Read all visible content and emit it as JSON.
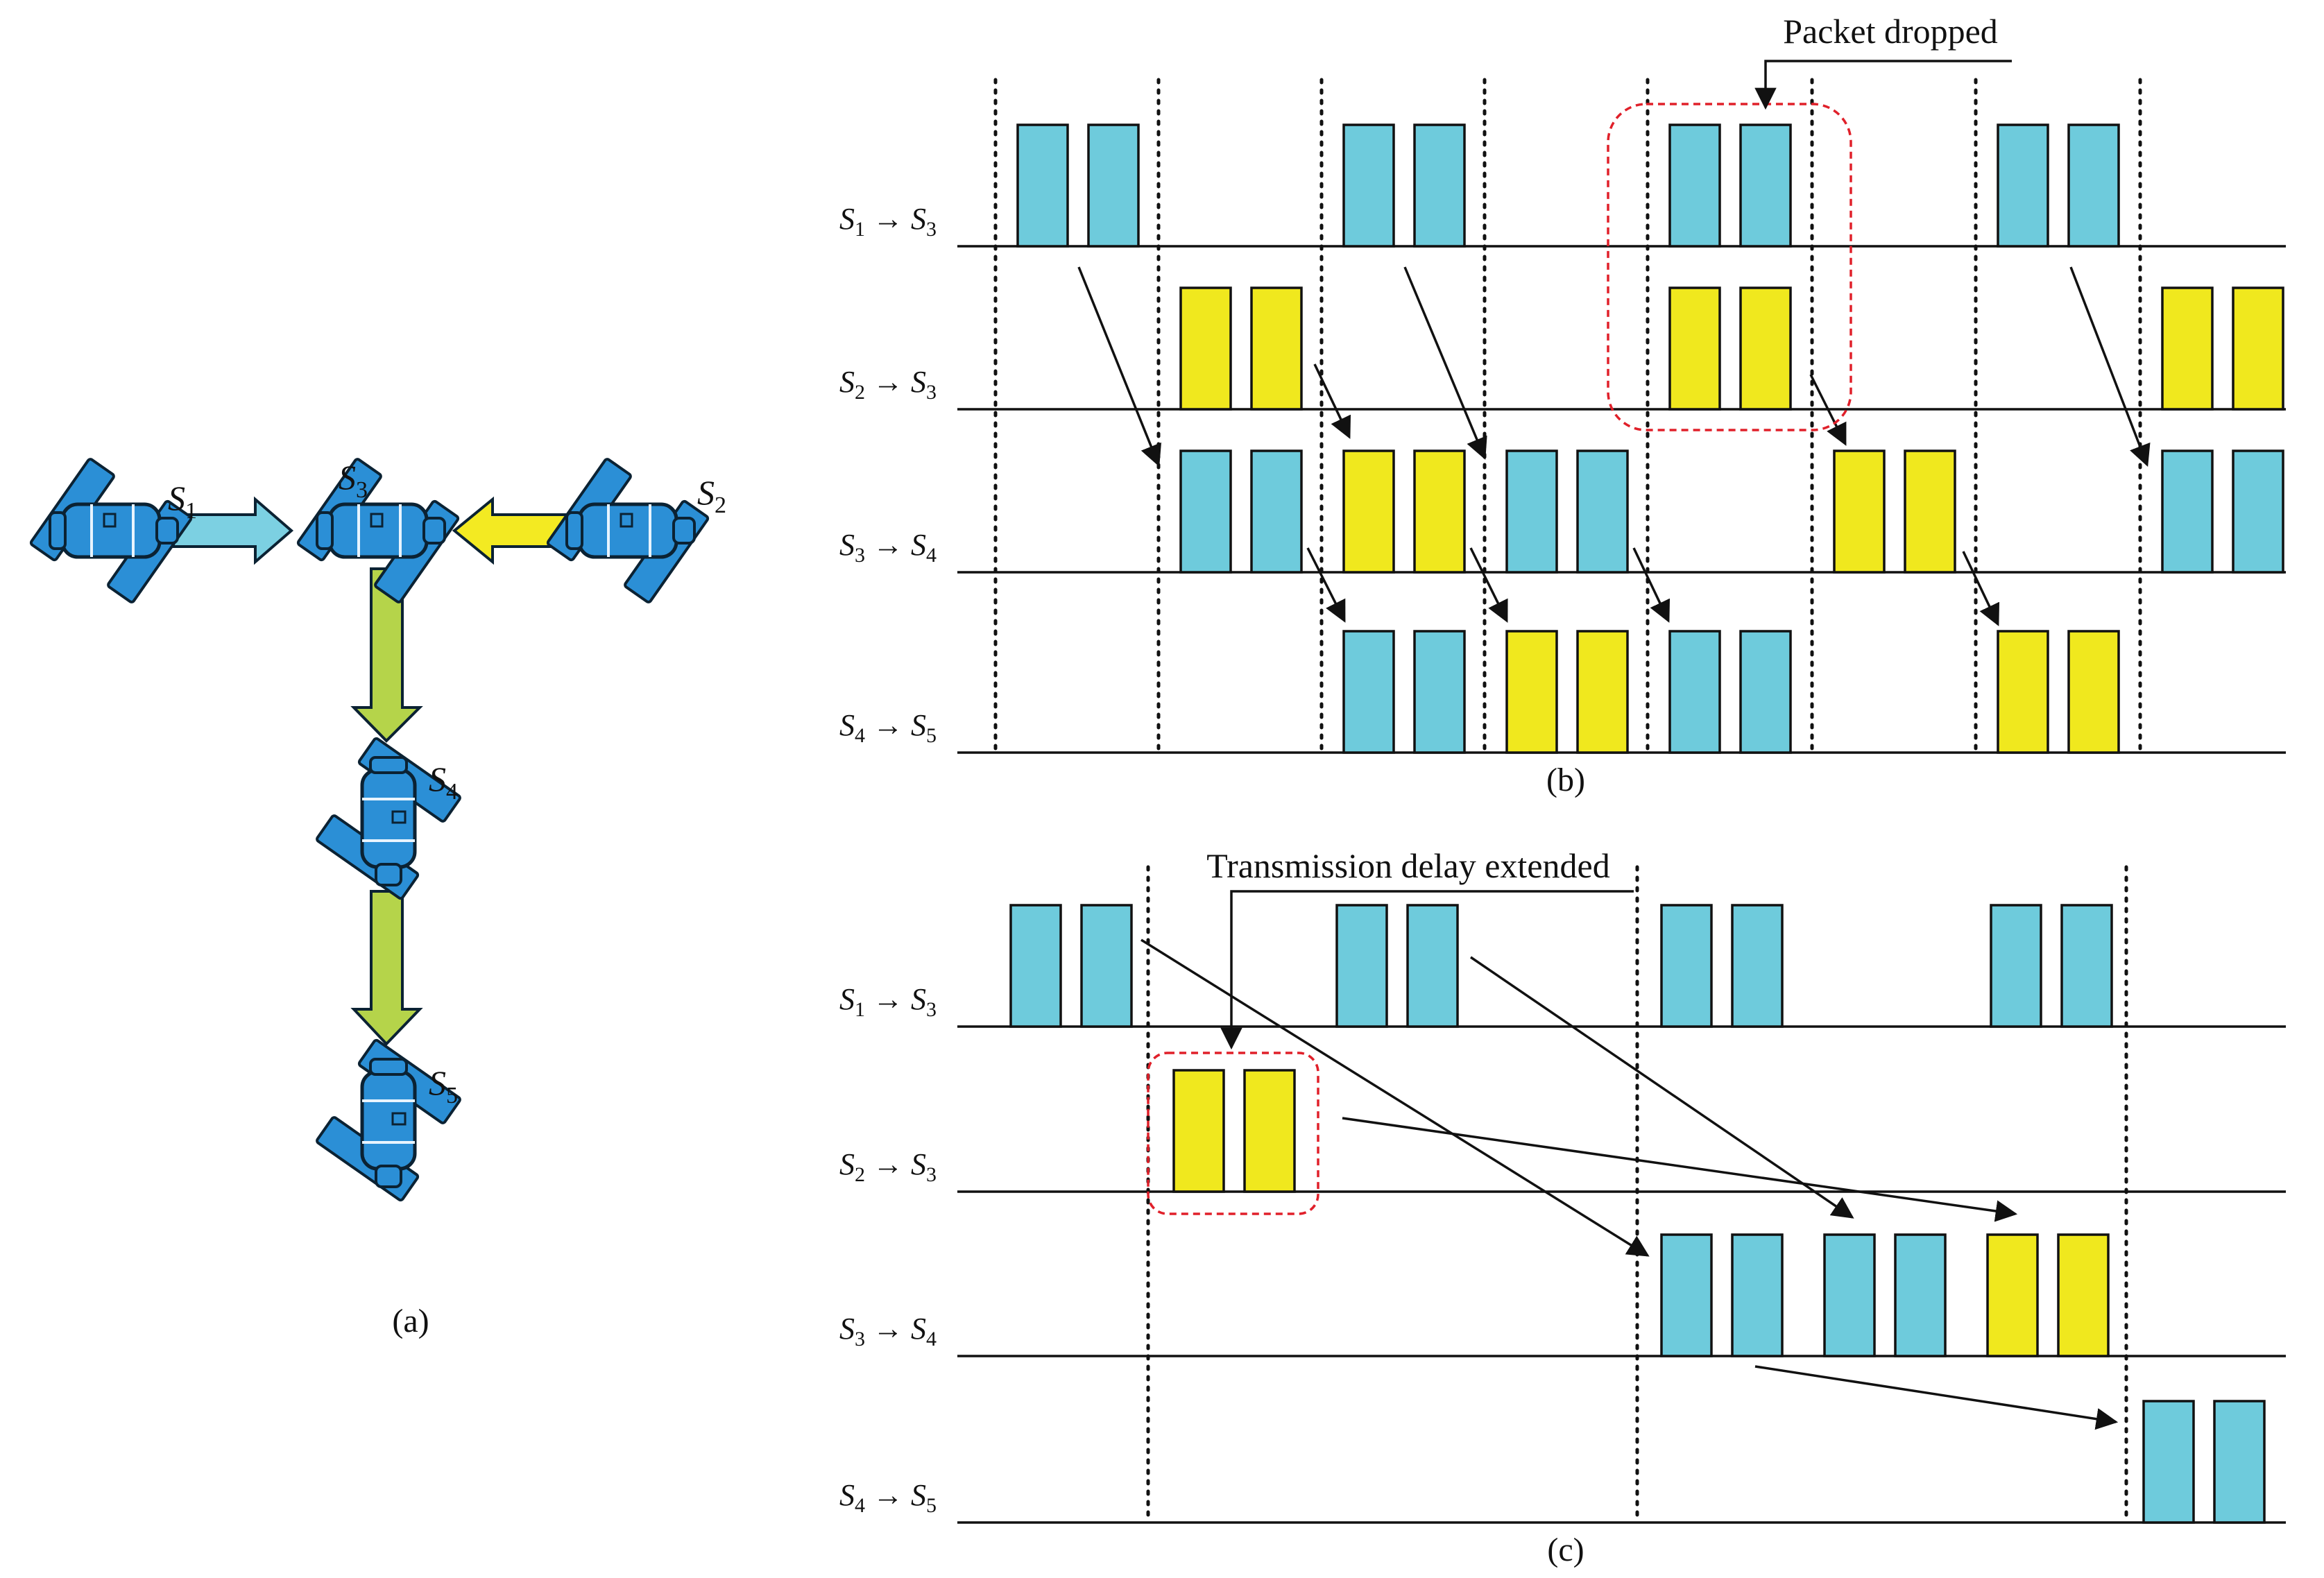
{
  "colors": {
    "cyan": "#6ecbdc",
    "yellow": "#f0e81e",
    "satellite_blue": "#2b8fd6",
    "arrow_cyan": "#7cd0e2",
    "arrow_yellow": "#f3ea22",
    "arrow_green": "#b5d44a",
    "highlight_red": "#e0202a"
  },
  "panel_a": {
    "caption": "(a)",
    "satellites": [
      {
        "id": "s1",
        "label": "S",
        "sub": "1",
        "icon": "satellite-icon"
      },
      {
        "id": "s3",
        "label": "S",
        "sub": "3",
        "icon": "satellite-icon"
      },
      {
        "id": "s2",
        "label": "S",
        "sub": "2",
        "icon": "satellite-icon"
      },
      {
        "id": "s4",
        "label": "S",
        "sub": "4",
        "icon": "satellite-icon"
      },
      {
        "id": "s5",
        "label": "S",
        "sub": "5",
        "icon": "satellite-icon"
      }
    ],
    "links": [
      {
        "from": "s1",
        "to": "s3",
        "color": "arrow_cyan"
      },
      {
        "from": "s2",
        "to": "s3",
        "color": "arrow_yellow"
      },
      {
        "from": "s3",
        "to": "s4",
        "color": "arrow_green"
      },
      {
        "from": "s4",
        "to": "s5",
        "color": "arrow_green"
      }
    ]
  },
  "panel_b": {
    "caption": "(b)",
    "annotation": "Packet dropped",
    "rows": [
      {
        "a": "S",
        "as": "1",
        "b": "S",
        "bs": "3"
      },
      {
        "a": "S",
        "as": "2",
        "b": "S",
        "bs": "3"
      },
      {
        "a": "S",
        "as": "3",
        "b": "S",
        "bs": "4"
      },
      {
        "a": "S",
        "as": "4",
        "b": "S",
        "bs": "5"
      }
    ],
    "packets": [
      {
        "row": 0,
        "slot": 0,
        "color": "cyan"
      },
      {
        "row": 0,
        "slot": 2,
        "color": "cyan"
      },
      {
        "row": 0,
        "slot": 4,
        "color": "cyan",
        "dropped": true
      },
      {
        "row": 0,
        "slot": 6,
        "color": "cyan"
      },
      {
        "row": 1,
        "slot": 1,
        "color": "yellow"
      },
      {
        "row": 1,
        "slot": 4,
        "color": "yellow",
        "dropped": true
      },
      {
        "row": 1,
        "slot": 7,
        "color": "yellow"
      },
      {
        "row": 2,
        "slot": 1,
        "color": "cyan"
      },
      {
        "row": 2,
        "slot": 2,
        "color": "yellow"
      },
      {
        "row": 2,
        "slot": 3,
        "color": "cyan"
      },
      {
        "row": 2,
        "slot": 5,
        "color": "yellow"
      },
      {
        "row": 2,
        "slot": 7,
        "color": "cyan"
      },
      {
        "row": 3,
        "slot": 2,
        "color": "cyan"
      },
      {
        "row": 3,
        "slot": 3,
        "color": "yellow"
      },
      {
        "row": 3,
        "slot": 4,
        "color": "cyan"
      },
      {
        "row": 3,
        "slot": 6,
        "color": "yellow"
      }
    ]
  },
  "panel_c": {
    "caption": "(c)",
    "annotation": "Transmission delay extended",
    "rows": [
      {
        "a": "S",
        "as": "1",
        "b": "S",
        "bs": "3"
      },
      {
        "a": "S",
        "as": "2",
        "b": "S",
        "bs": "3"
      },
      {
        "a": "S",
        "as": "3",
        "b": "S",
        "bs": "4"
      },
      {
        "a": "S",
        "as": "4",
        "b": "S",
        "bs": "5"
      }
    ],
    "packets": [
      {
        "row": 0,
        "slot": 0,
        "color": "cyan"
      },
      {
        "row": 0,
        "slot": 1,
        "color": "cyan"
      },
      {
        "row": 0,
        "slot": 2,
        "color": "cyan"
      },
      {
        "row": 0,
        "slot": 3,
        "color": "cyan"
      },
      {
        "row": 1,
        "slot": 0,
        "color": "yellow",
        "delayed": true
      },
      {
        "row": 2,
        "slot": 2,
        "color": "cyan"
      },
      {
        "row": 2,
        "slot": 2.5,
        "color": "cyan"
      },
      {
        "row": 2,
        "slot": 3,
        "color": "yellow"
      },
      {
        "row": 3,
        "slot": 4,
        "color": "cyan"
      }
    ]
  }
}
